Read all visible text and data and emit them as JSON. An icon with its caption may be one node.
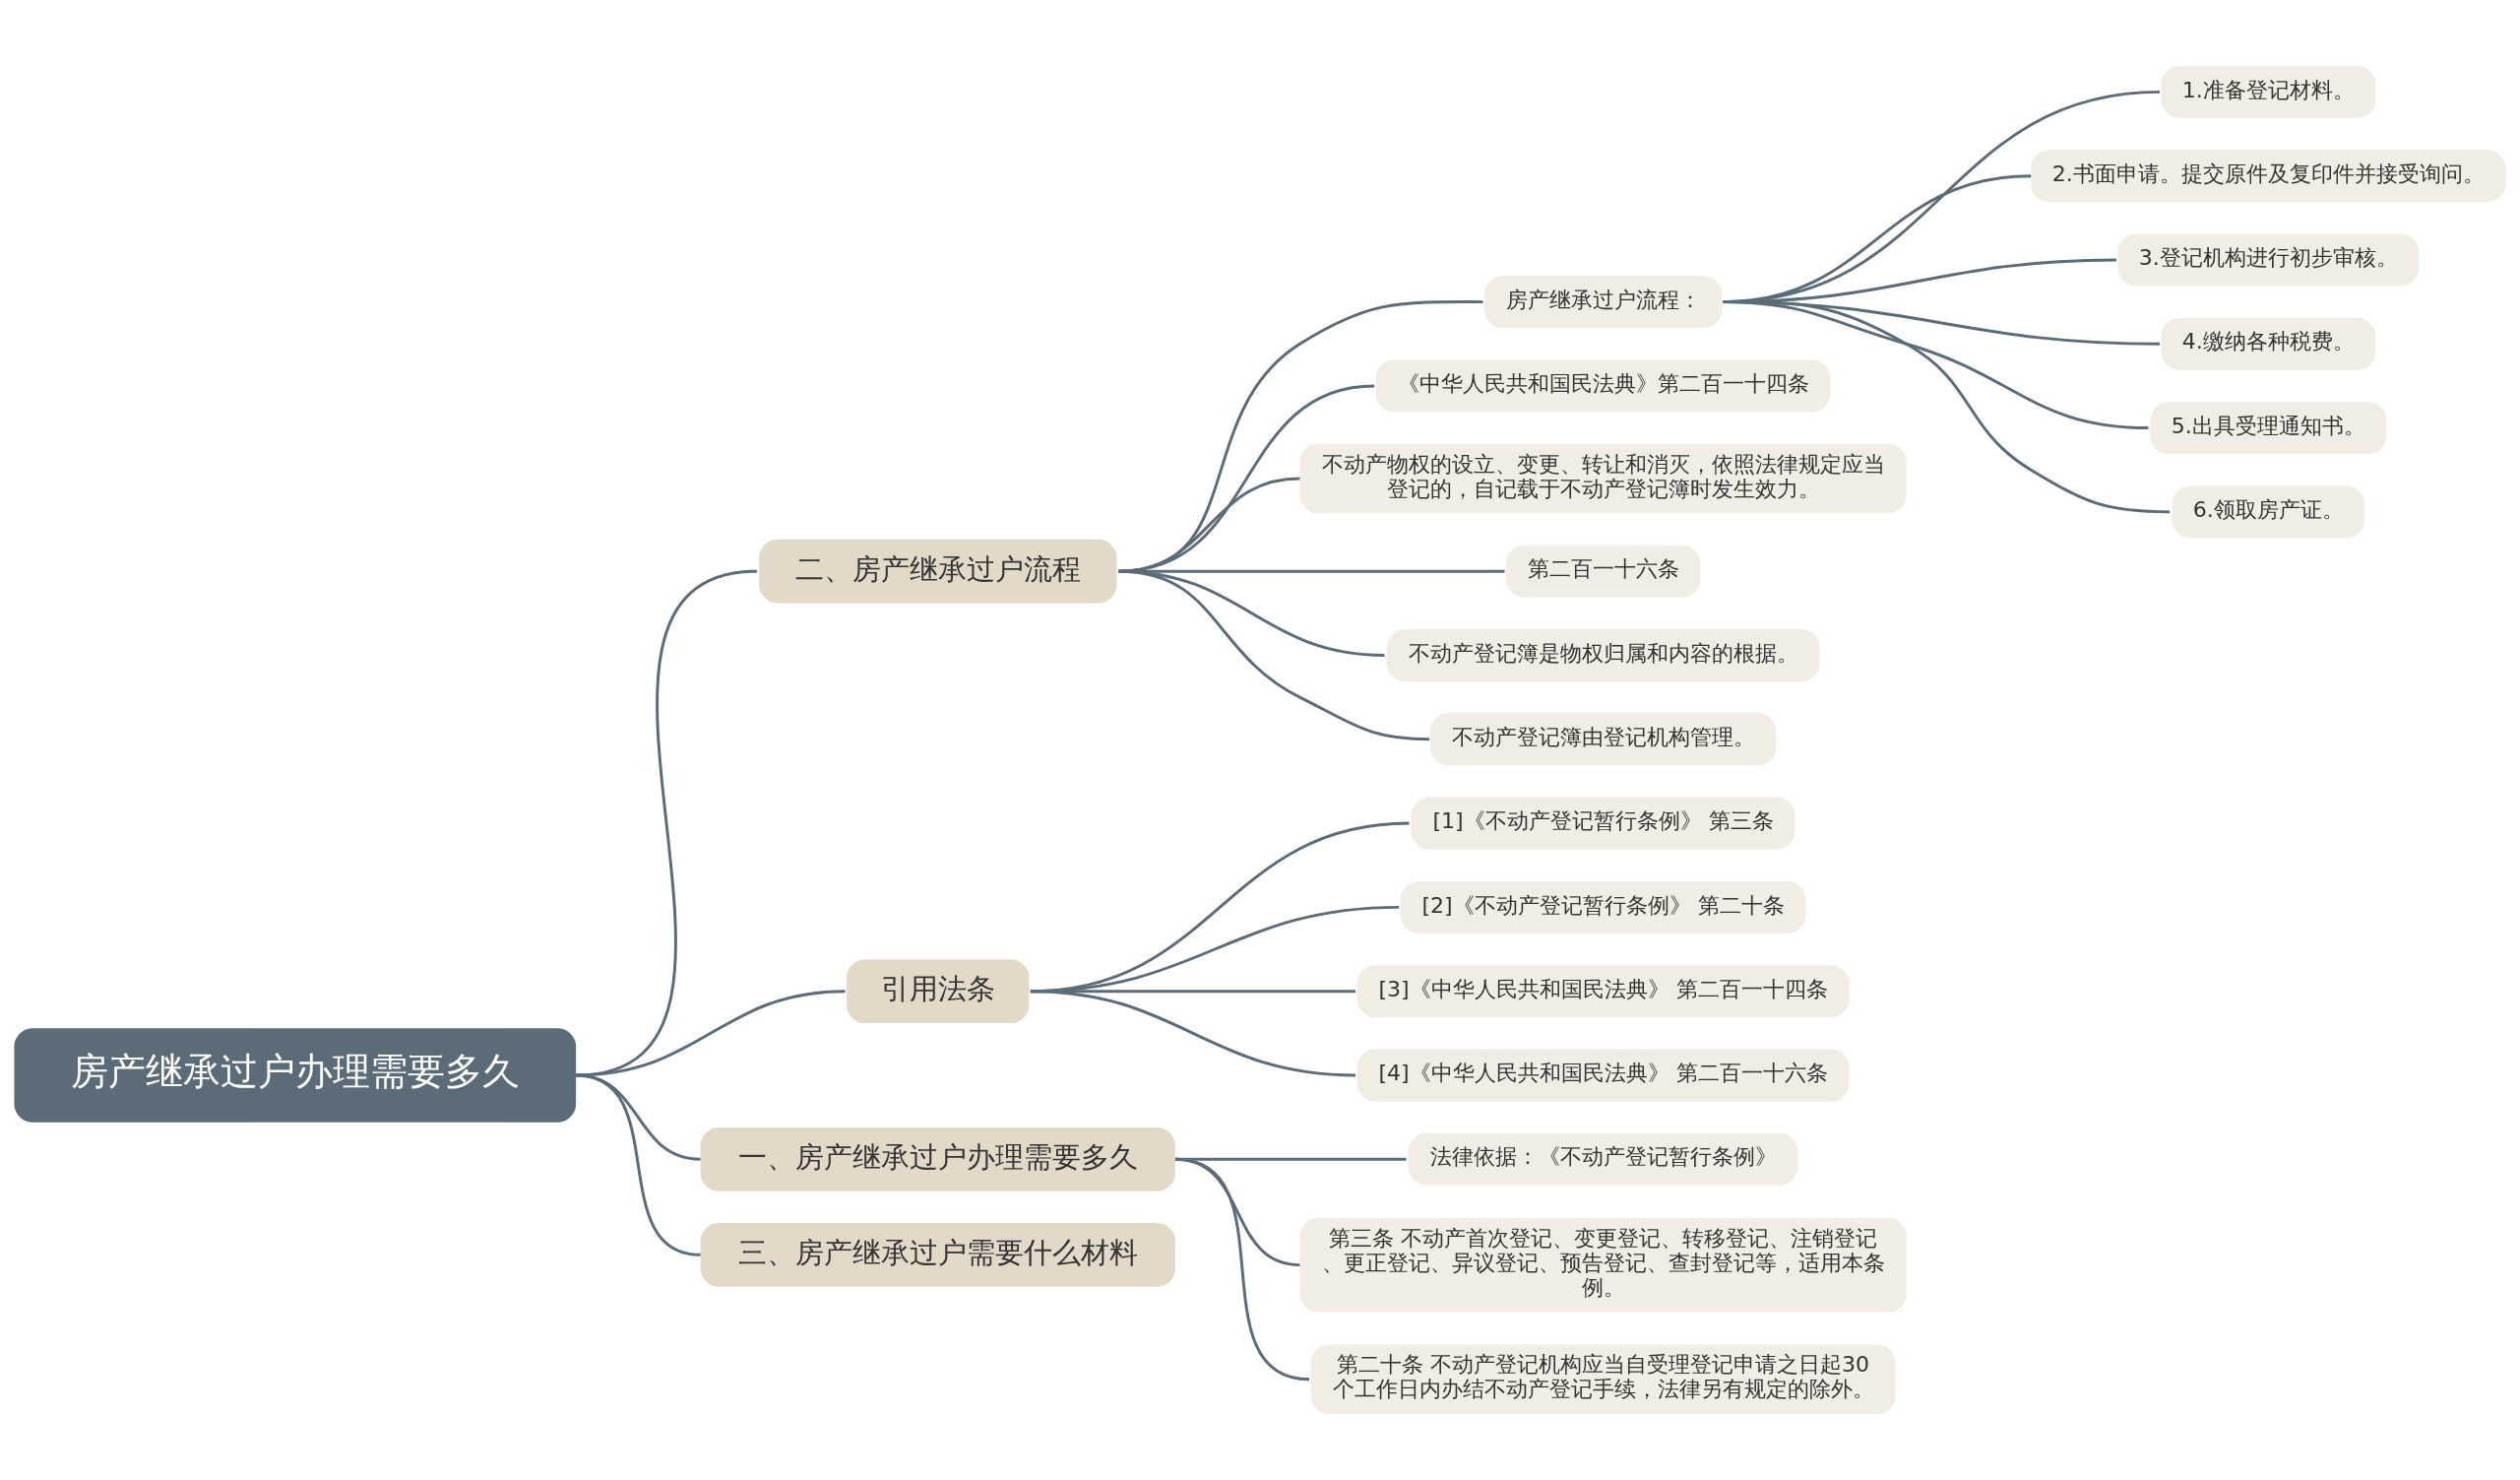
{
  "diagram": {
    "nodes": [
      {
        "text": [
          "房产继承过户办理需要多久"
        ]
      },
      {
        "text": [
          "二、房产继承过户流程"
        ]
      },
      {
        "text": [
          "房产继承过户流程："
        ]
      },
      {
        "text": [
          "1.准备登记材料。"
        ]
      },
      {
        "text": [
          "2.书面申请。提交原件及复印件并接受询问。"
        ]
      },
      {
        "text": [
          "3.登记机构进行初步审核。"
        ]
      },
      {
        "text": [
          "4.缴纳各种税费。"
        ]
      },
      {
        "text": [
          "5.出具受理通知书。"
        ]
      },
      {
        "text": [
          "6.领取房产证。"
        ]
      },
      {
        "text": [
          "《中华人民共和国民法典》第二百一十四条"
        ]
      },
      {
        "text": [
          "不动产物权的设立、变更、转让和消灭，依照法律规定应当登记的，自记载于不动产登记簿时发生效力。"
        ]
      },
      {
        "text": [
          "第二百一十六条"
        ]
      },
      {
        "text": [
          "不动产登记簿是物权归属和内容的根据。"
        ]
      },
      {
        "text": [
          "不动产登记簿由登记机构管理。"
        ]
      },
      {
        "text": [
          "引用法条"
        ]
      },
      {
        "text": [
          "[1]《不动产登记暂行条例》 第三条"
        ]
      },
      {
        "text": [
          "[2]《不动产登记暂行条例》 第二十条"
        ]
      },
      {
        "text": [
          "[3]《中华人民共和国民法典》 第二百一十四条"
        ]
      },
      {
        "text": [
          "[4]《中华人民共和国民法典》 第二百一十六条"
        ]
      },
      {
        "text": [
          "一、房产继承过户办理需要多久"
        ]
      },
      {
        "text": [
          "法律依据：《不动产登记暂行条例》"
        ]
      },
      {
        "text": [
          "第三条 不动产首次登记、变更登记、转移登记、注销登记、更正登记、异议登记、预告登记、查封登记等，适用本条例。"
        ]
      },
      {
        "text": [
          "第二十条 不动产登记机构应当自受理登记申请之日起30个工作日内办结不动产登记手续，法律另有规定的除外。"
        ]
      },
      {
        "text": [
          "三、房产继承过户需要什么材料"
        ]
      }
    ],
    "edges": [
      {
        "from": 0,
        "to": 1,
        "arrow": "none"
      },
      {
        "from": 1,
        "to": 2,
        "arrow": "none"
      },
      {
        "from": 2,
        "to": 3,
        "arrow": "none"
      },
      {
        "from": 2,
        "to": 4,
        "arrow": "none"
      },
      {
        "from": 2,
        "to": 5,
        "arrow": "none"
      },
      {
        "from": 2,
        "to": 6,
        "arrow": "none"
      },
      {
        "from": 2,
        "to": 7,
        "arrow": "none"
      },
      {
        "from": 2,
        "to": 8,
        "arrow": "none"
      },
      {
        "from": 1,
        "to": 9,
        "arrow": "none"
      },
      {
        "from": 1,
        "to": 10,
        "arrow": "none"
      },
      {
        "from": 1,
        "to": 11,
        "arrow": "none"
      },
      {
        "from": 1,
        "to": 12,
        "arrow": "none"
      },
      {
        "from": 1,
        "to": 13,
        "arrow": "none"
      },
      {
        "from": 0,
        "to": 14,
        "arrow": "none"
      },
      {
        "from": 14,
        "to": 15,
        "arrow": "none"
      },
      {
        "from": 14,
        "to": 16,
        "arrow": "none"
      },
      {
        "from": 14,
        "to": 17,
        "arrow": "none"
      },
      {
        "from": 14,
        "to": 18,
        "arrow": "none"
      },
      {
        "from": 0,
        "to": 19,
        "arrow": "none"
      },
      {
        "from": 19,
        "to": 20,
        "arrow": "none"
      },
      {
        "from": 19,
        "to": 21,
        "arrow": "none"
      },
      {
        "from": 19,
        "to": 22,
        "arrow": "none"
      },
      {
        "from": 0,
        "to": 23,
        "arrow": "none"
      }
    ]
  }
}
